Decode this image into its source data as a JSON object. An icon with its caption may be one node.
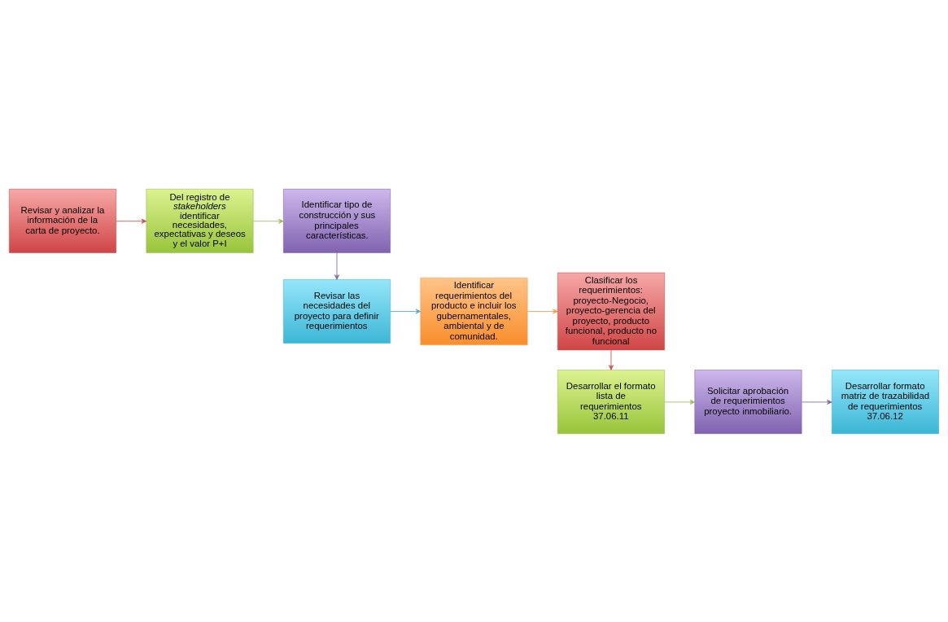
{
  "diagram": {
    "nodes": [
      {
        "text": [
          "Revisar y analizar la información de la carta de proyecto."
        ]
      },
      {
        "text": [
          "Del registro de *stakeholders* identificar necesidades, expectativas y deseos y el valor P+I"
        ]
      },
      {
        "text": [
          "Identificar tipo de construcción y sus principales características."
        ]
      },
      {
        "text": [
          "Revisar las necesidades del proyecto para definir requerimientos"
        ]
      },
      {
        "text": [
          "Identificar requerimientos del producto e incluir los gubernamentales, ambiental y de comunidad."
        ]
      },
      {
        "text": [
          "Clasificar los requerimientos: proyecto-Negocio, proyecto-gerencia del proyecto, producto funcional, producto no funcional"
        ]
      },
      {
        "text": [
          "Desarrollar el formato lista de requerimientos 37.06.11"
        ]
      },
      {
        "text": [
          "Solicitar aprobación de requerimientos proyecto inmobiliario."
        ]
      },
      {
        "text": [
          "Desarrollar formato matriz de trazabilidad de requerimientos 37.06.12"
        ]
      }
    ],
    "edges": [
      {
        "from": 0,
        "to": 1,
        "arrow": "to",
        "color": "#c0504d"
      },
      {
        "from": 1,
        "to": 2,
        "arrow": "to",
        "color": "#9bbb59"
      },
      {
        "from": 2,
        "to": 3,
        "arrow": "to",
        "color": "#8064a2"
      },
      {
        "from": 3,
        "to": 4,
        "arrow": "to",
        "color": "#4bacc6"
      },
      {
        "from": 4,
        "to": 5,
        "arrow": "to",
        "color": "#f79646"
      },
      {
        "from": 5,
        "to": 6,
        "arrow": "to",
        "color": "#c0504d"
      },
      {
        "from": 6,
        "to": 7,
        "arrow": "to",
        "color": "#9bbb59"
      },
      {
        "from": 7,
        "to": 8,
        "arrow": "to",
        "color": "#8064a2"
      }
    ]
  }
}
